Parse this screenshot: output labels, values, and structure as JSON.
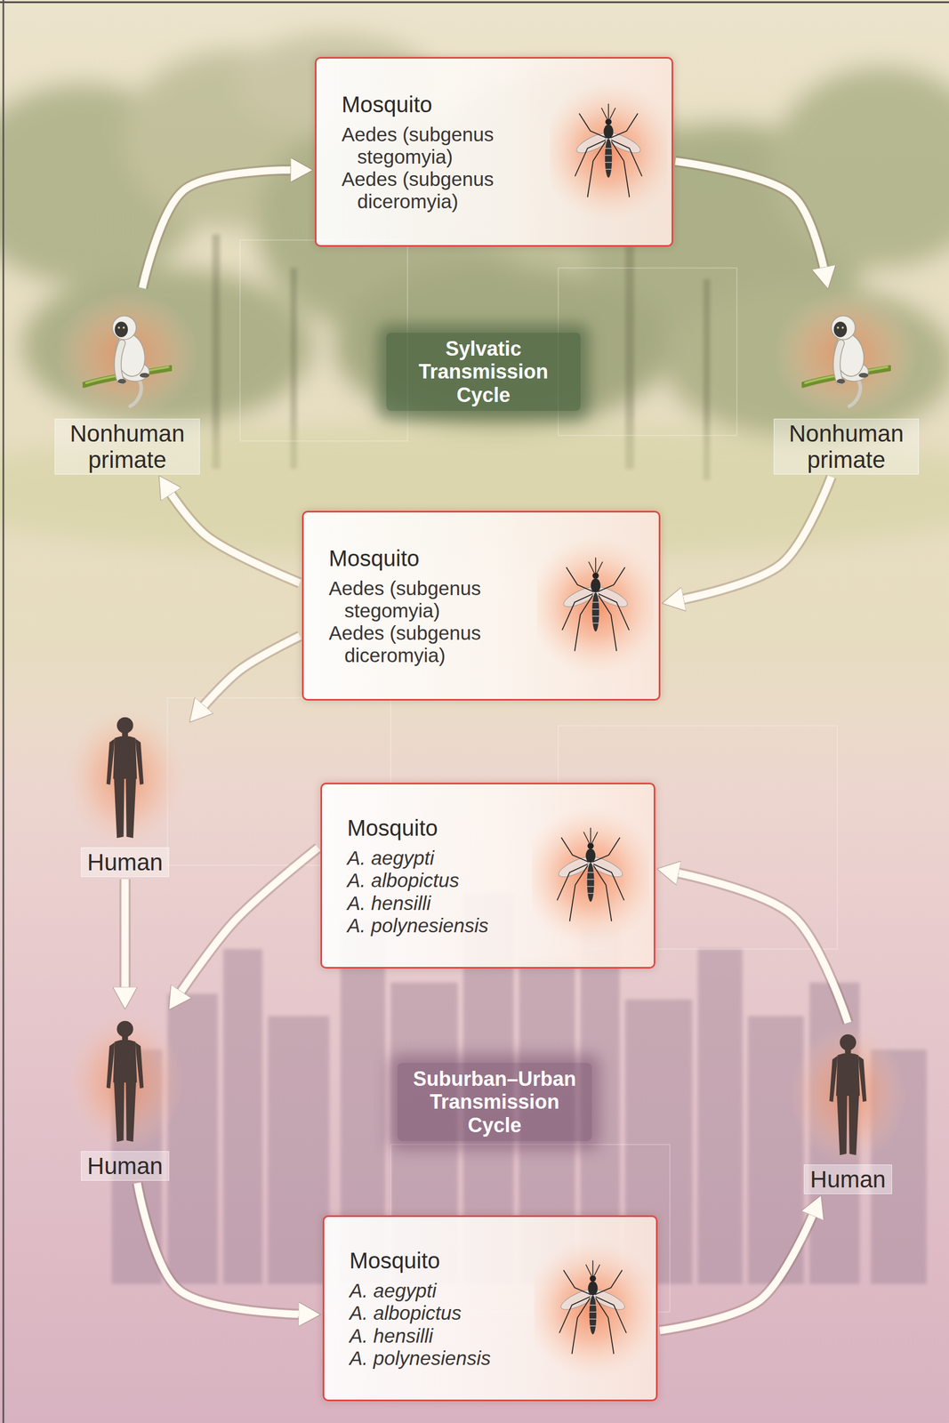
{
  "diagram": {
    "nodes": [
      {
        "text": [
          "Mosquito",
          "Aedes (subgenus stegomyia)",
          "Aedes (subgenus diceromyia)"
        ]
      },
      {
        "text": [
          "Nonhuman primate"
        ]
      },
      {
        "text": [
          "Nonhuman primate"
        ]
      },
      {
        "text": [
          "Mosquito",
          "Aedes (subgenus stegomyia)",
          "Aedes (subgenus diceromyia)"
        ]
      },
      {
        "text": [
          "Human"
        ]
      },
      {
        "text": [
          "Mosquito",
          "A. aegypti",
          "A. albopictus",
          "A. hensilli",
          "A. polynesiensis"
        ]
      },
      {
        "text": [
          "Human"
        ]
      },
      {
        "text": [
          "Human"
        ]
      },
      {
        "text": [
          "Mosquito",
          "A. aegypti",
          "A. albopictus",
          "A. hensilli",
          "A. polynesiensis"
        ]
      }
    ],
    "edges": [
      {
        "from": 1,
        "to": 0,
        "arrow": "to"
      },
      {
        "from": 0,
        "to": 2,
        "arrow": "to"
      },
      {
        "from": 2,
        "to": 3,
        "arrow": "to"
      },
      {
        "from": 3,
        "to": 1,
        "arrow": "to"
      },
      {
        "from": 3,
        "to": 4,
        "arrow": "to"
      },
      {
        "from": 4,
        "to": 6,
        "arrow": "to"
      },
      {
        "from": 5,
        "to": 6,
        "arrow": "to"
      },
      {
        "from": 6,
        "to": 8,
        "arrow": "to"
      },
      {
        "from": 8,
        "to": 7,
        "arrow": "to"
      },
      {
        "from": 7,
        "to": 5,
        "arrow": "to"
      }
    ],
    "labels": [
      "Sylvatic Transmission Cycle",
      "Suburban–Urban Transmission Cycle"
    ]
  }
}
